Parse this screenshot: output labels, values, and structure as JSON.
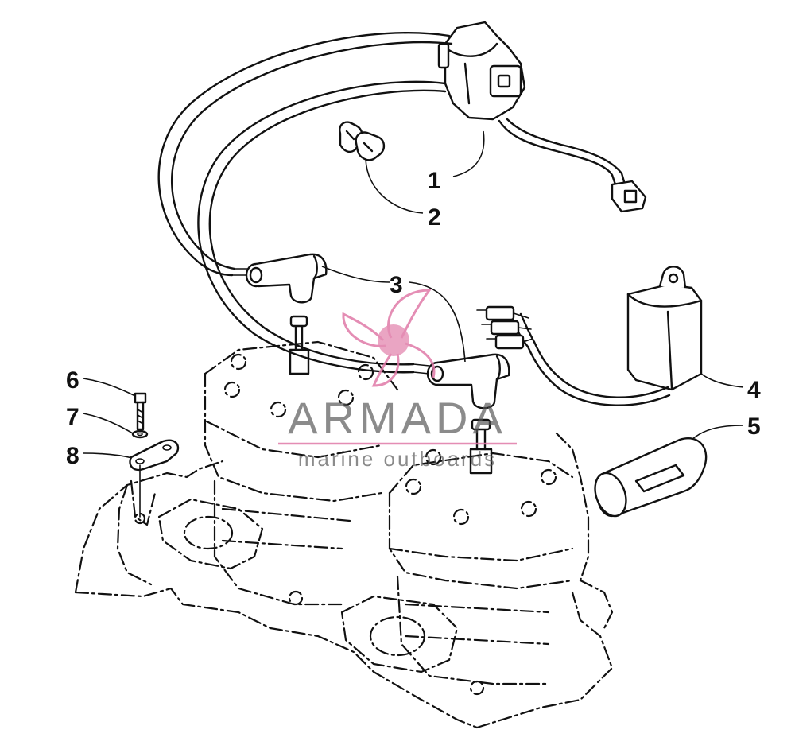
{
  "callouts": [
    {
      "id": "1",
      "label": "1"
    },
    {
      "id": "2",
      "label": "2"
    },
    {
      "id": "3",
      "label": "3"
    },
    {
      "id": "4",
      "label": "4"
    },
    {
      "id": "5",
      "label": "5"
    },
    {
      "id": "6",
      "label": "6"
    },
    {
      "id": "7",
      "label": "7"
    },
    {
      "id": "8",
      "label": "8"
    }
  ],
  "watermark": {
    "brand": "ARMADA",
    "tagline": "marine outboards",
    "color": "#e07aa8",
    "text_color": "#555555"
  },
  "colors": {
    "line": "#111111",
    "background": "#ffffff"
  }
}
